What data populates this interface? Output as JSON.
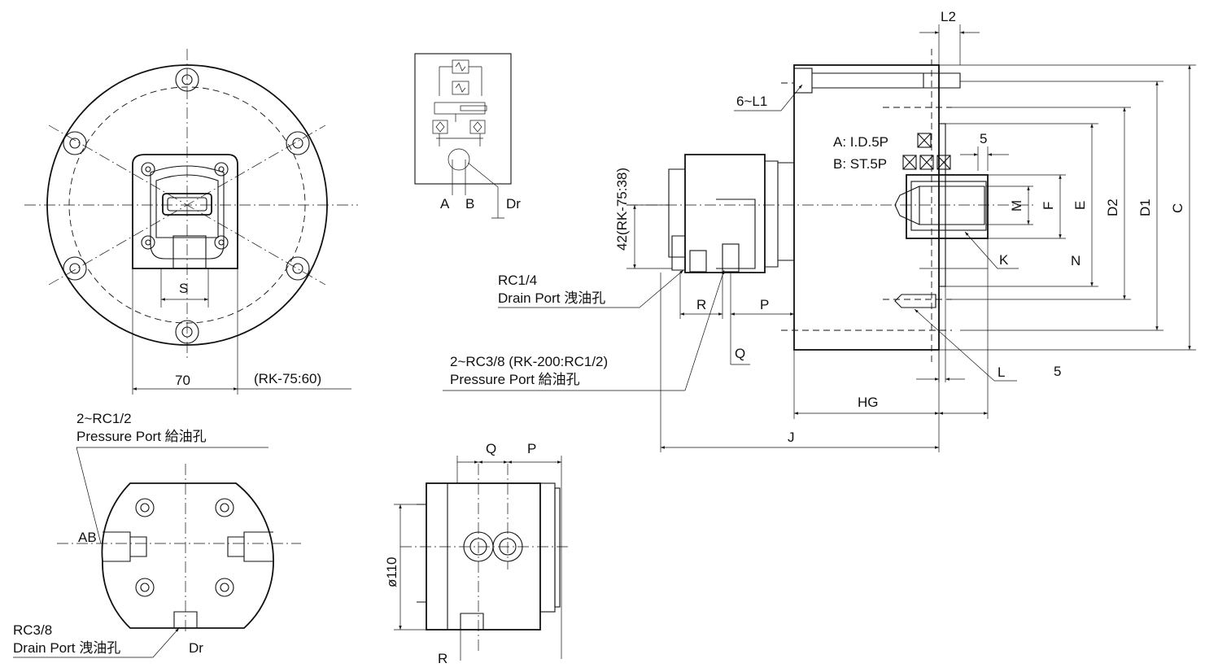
{
  "labels": {
    "L2": "L2",
    "six_L1": "6~L1",
    "tolA": "A: I.D.5P",
    "tolB": "B: ST.5P",
    "five_top": "5",
    "five_bottom": "5",
    "M": "M",
    "F": "F",
    "E": "E",
    "D2": "D2",
    "D1": "D1",
    "C": "C",
    "K": "K",
    "N": "N",
    "L": "L",
    "HG": "HG",
    "J": "J",
    "R": "R",
    "P": "P",
    "Q": "Q",
    "rk42": "42(RK-75:38)",
    "S": "S",
    "seventy": "70",
    "rk75_60": "(RK-75:60)",
    "port_A": "A",
    "port_B": "B",
    "port_Dr": "Dr",
    "rc14": "RC1/4",
    "drain_port_1": "Drain Port  洩油孔",
    "rc38_2": "2~RC3/8  (RK-200:RC1/2)",
    "pressure_port_1": "Pressure Port   給油孔",
    "rc12_2": "2~RC1/2",
    "pressure_port_2": "Pressure Port   給油孔",
    "AB": "AB",
    "rc38": "RC3/8",
    "drain_port_2": "Drain Port  洩油孔",
    "Dr_bottom": "Dr",
    "Q_bottom": "Q",
    "P_bottom": "P",
    "phi110": "ø110",
    "R_bottom": "R"
  }
}
